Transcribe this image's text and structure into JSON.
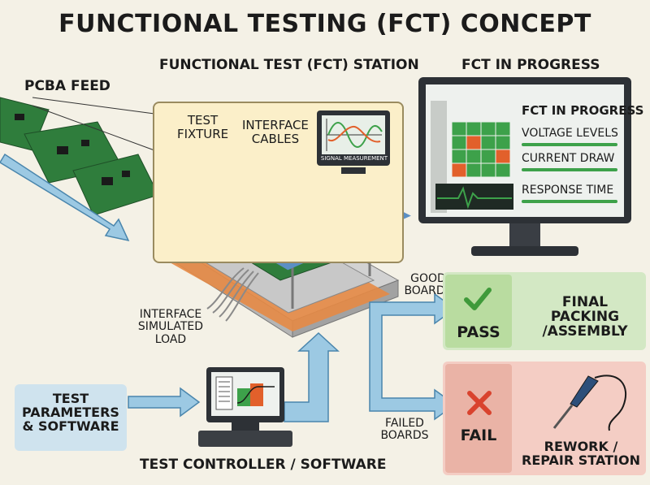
{
  "title": "FUNCTIONAL TESTING (FCT) CONCEPT",
  "station": {
    "heading": "FUNCTIONAL TEST (FCT) STATION",
    "test_fixture_label": "TEST\nFIXTURE",
    "interface_cables_label": "INTERFACE\nCABLES",
    "signal_caption": "SIGNAL MEASUREMENT",
    "interface_load_label": "INTERFACE\nSIMULATED\nLOAD"
  },
  "feed": {
    "label": "PCBA FEED"
  },
  "params": {
    "label": "TEST\nPARAMETERS\n& SOFTWARE"
  },
  "controller": {
    "label": "TEST CONTROLLER / SOFTWARE"
  },
  "monitor": {
    "heading": "FCT IN PROGRESS",
    "screen_title": "FCT IN PROGRESS",
    "metrics": [
      "VOLTAGE LEVELS",
      "CURRENT DRAW",
      "RESPONSE TIME"
    ]
  },
  "good": {
    "label": "GOOD\nBOARDS",
    "result": "PASS",
    "destination": "FINAL PACKING\n/ASSEMBLY"
  },
  "failed": {
    "label": "FAILED\nBOARDS",
    "result": "FAIL",
    "destination": "REWORK /\nREPAIR STATION"
  },
  "colors": {
    "arrow": "#9cc9e3",
    "arrow_stroke": "#4a86ad",
    "pass": "#3f9a3a",
    "fail": "#d9432e",
    "pcb": "#2f7d3c",
    "fixture_blue": "#5b8fc4"
  },
  "icons": [
    "checkmark-icon",
    "cross-icon",
    "soldering-iron-icon",
    "oscilloscope-icon",
    "waveform-icon"
  ]
}
